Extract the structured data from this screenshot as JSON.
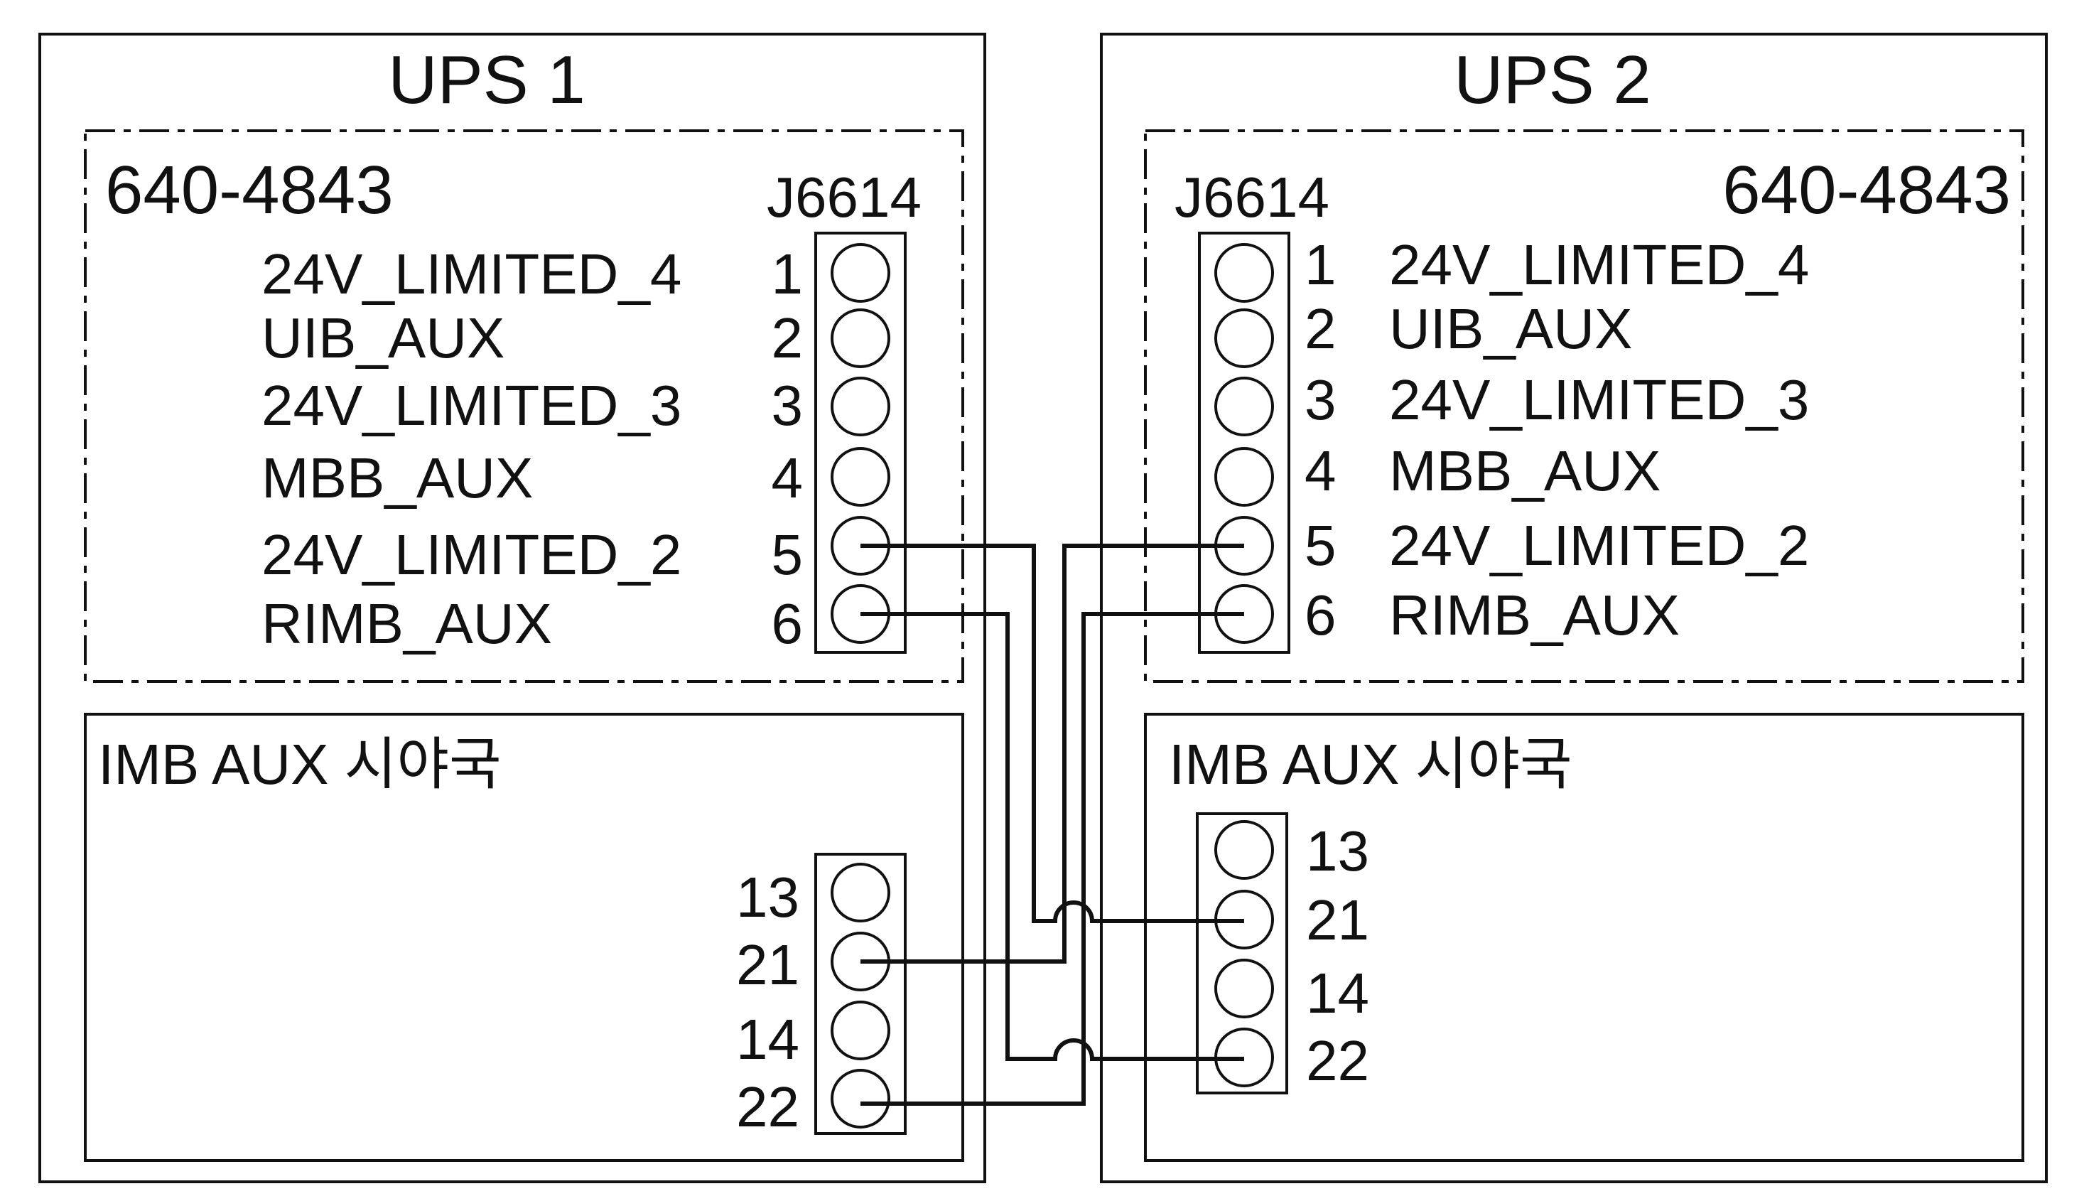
{
  "ups1": {
    "title": "UPS 1",
    "board_part": "640-4843",
    "connector_label": "J6614",
    "signals": [
      {
        "pin": "1",
        "name": "24V_LIMITED_4"
      },
      {
        "pin": "2",
        "name": "UIB_AUX"
      },
      {
        "pin": "3",
        "name": "24V_LIMITED_3"
      },
      {
        "pin": "4",
        "name": "MBB_AUX"
      },
      {
        "pin": "5",
        "name": "24V_LIMITED_2"
      },
      {
        "pin": "6",
        "name": "RIMB_AUX"
      }
    ],
    "imb_title": "IMB AUX 시야국",
    "imb_pins": [
      "13",
      "21",
      "14",
      "22"
    ]
  },
  "ups2": {
    "title": "UPS 2",
    "board_part": "640-4843",
    "connector_label": "J6614",
    "signals": [
      {
        "pin": "1",
        "name": "24V_LIMITED_4"
      },
      {
        "pin": "2",
        "name": "UIB_AUX"
      },
      {
        "pin": "3",
        "name": "24V_LIMITED_3"
      },
      {
        "pin": "4",
        "name": "MBB_AUX"
      },
      {
        "pin": "5",
        "name": "24V_LIMITED_2"
      },
      {
        "pin": "6",
        "name": "RIMB_AUX"
      }
    ],
    "imb_title": "IMB AUX 시야국",
    "imb_pins": [
      "13",
      "21",
      "14",
      "22"
    ]
  },
  "wiring": [
    {
      "from": "UPS 1 J6614 pin 5",
      "to": "UPS 2 IMB AUX 21"
    },
    {
      "from": "UPS 1 J6614 pin 6",
      "to": "UPS 2 IMB AUX 22"
    },
    {
      "from": "UPS 2 J6614 pin 5",
      "to": "UPS 1 IMB AUX 21"
    },
    {
      "from": "UPS 2 J6614 pin 6",
      "to": "UPS 1 IMB AUX 22"
    }
  ]
}
